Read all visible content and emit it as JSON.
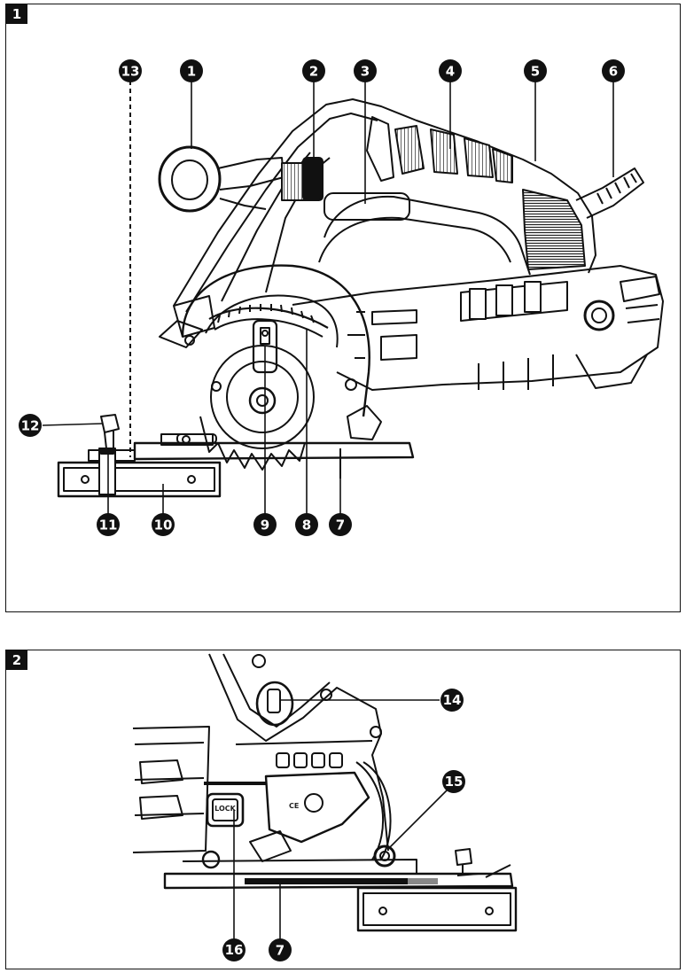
{
  "figures": [
    {
      "id": "1",
      "label": "1"
    },
    {
      "id": "2",
      "label": "2"
    }
  ],
  "callouts_fig1": [
    {
      "n": "1"
    },
    {
      "n": "2"
    },
    {
      "n": "3"
    },
    {
      "n": "4"
    },
    {
      "n": "5"
    },
    {
      "n": "6"
    },
    {
      "n": "7"
    },
    {
      "n": "8"
    },
    {
      "n": "9"
    },
    {
      "n": "10"
    },
    {
      "n": "11"
    },
    {
      "n": "12"
    },
    {
      "n": "13"
    }
  ],
  "callouts_fig2": [
    {
      "n": "14"
    },
    {
      "n": "15"
    },
    {
      "n": "16"
    },
    {
      "n": "7"
    }
  ],
  "markings": {
    "ce_mark": "CE",
    "lock_label": "LOCK"
  },
  "colors": {
    "ink": "#111111",
    "paper": "#ffffff",
    "grey": "#888888"
  }
}
